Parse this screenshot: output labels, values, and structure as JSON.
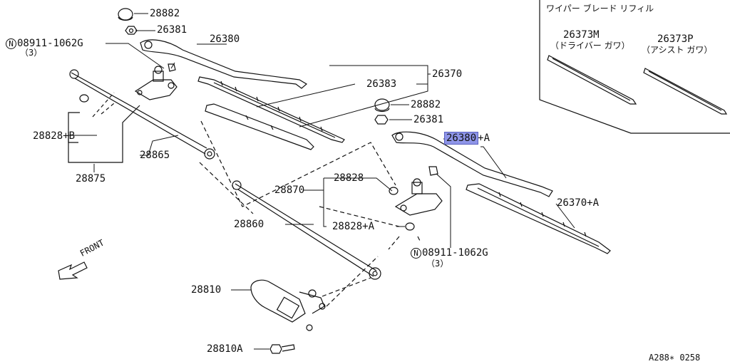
{
  "labels": {
    "p28882_a": "28882",
    "p26381_a": "26381",
    "n_bolt_a": "08911-1062G",
    "n_qty_a": "（3）",
    "n_symbol": "N",
    "p26380": "26380",
    "p26383": "26383",
    "p26370": "26370",
    "p28882_b": "28882",
    "p26381_b": "26381",
    "p26380A": "26380",
    "suffixA": "+A",
    "p28828B": "28828+B",
    "p28865": "28865",
    "p28875": "28875",
    "p28828": "28828",
    "p28870": "28870",
    "p28860": "28860",
    "p28828A": "28828+A",
    "p26370A": "26370+A",
    "n_bolt_b": "08911-1062G",
    "n_qty_b": "（3）",
    "front": "FRONT",
    "p28810": "28810",
    "p28810A": "28810A",
    "code": "A288∗ 0258"
  },
  "inset": {
    "title": "ワイパー ブレード リフィル",
    "left_part": "26373M",
    "left_sub": "（ドライバー ガワ）",
    "right_part": "26373P",
    "right_sub": "（アシスト ガワ）"
  },
  "highlight_color": "#8e95e8"
}
